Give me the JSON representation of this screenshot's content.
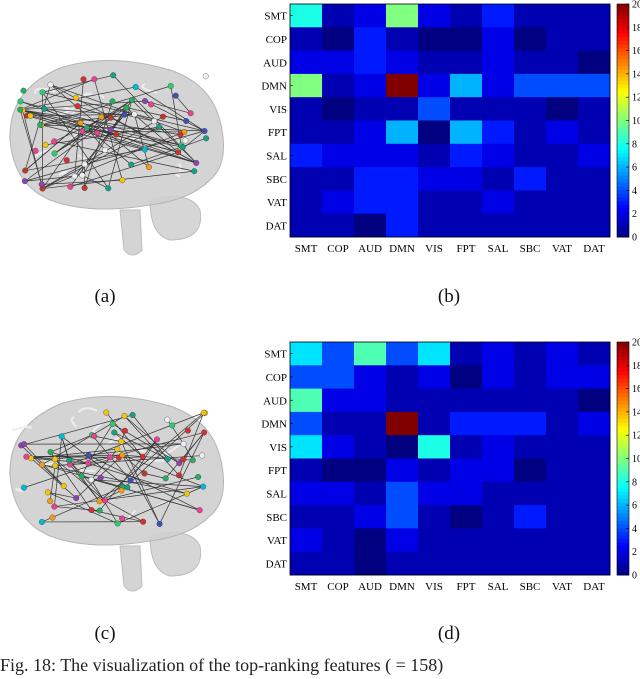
{
  "caption": "Fig. 18: The visualization of the top-ranking features ( = 158)",
  "labels": {
    "a": "(a)",
    "b": "(b)",
    "c": "(c)",
    "d": "(d)"
  },
  "colors": {
    "brain": "#c9c9c9",
    "edge": "#333333"
  },
  "chart_data": [
    {
      "type": "heatmap",
      "title": "",
      "row_labels": [
        "SMT",
        "COP",
        "AUD",
        "DMN",
        "VIS",
        "FPT",
        "SAL",
        "SBC",
        "VAT",
        "DAT"
      ],
      "col_labels": [
        "SMT",
        "COP",
        "AUD",
        "DMN",
        "VIS",
        "FPT",
        "SAL",
        "SBC",
        "VAT",
        "DAT"
      ],
      "colorbar": {
        "min": 0,
        "max": 20,
        "ticks": [
          0,
          2,
          4,
          6,
          8,
          10,
          12,
          14,
          16,
          18,
          20
        ],
        "colormap": "jet"
      },
      "values": [
        [
          8,
          1,
          2,
          10,
          2,
          1,
          3,
          1,
          1,
          1
        ],
        [
          1,
          0,
          3,
          1,
          0,
          0,
          2,
          0,
          1,
          1
        ],
        [
          2,
          2,
          3,
          2,
          1,
          1,
          2,
          1,
          1,
          0
        ],
        [
          10,
          1,
          2,
          20,
          2,
          6,
          2,
          4,
          4,
          4
        ],
        [
          1,
          0,
          1,
          1,
          4,
          1,
          1,
          1,
          0,
          1
        ],
        [
          1,
          1,
          2,
          6,
          0,
          6,
          3,
          1,
          2,
          1
        ],
        [
          3,
          2,
          2,
          2,
          1,
          3,
          2,
          1,
          1,
          2
        ],
        [
          1,
          1,
          3,
          3,
          2,
          2,
          1,
          3,
          1,
          1
        ],
        [
          1,
          2,
          3,
          3,
          1,
          1,
          2,
          1,
          1,
          1
        ],
        [
          1,
          1,
          0,
          3,
          1,
          1,
          1,
          1,
          1,
          1
        ]
      ]
    },
    {
      "type": "heatmap",
      "title": "",
      "row_labels": [
        "SMT",
        "COP",
        "AUD",
        "DMN",
        "VIS",
        "FPT",
        "SAL",
        "SBC",
        "VAT",
        "DAT"
      ],
      "col_labels": [
        "SMT",
        "COP",
        "AUD",
        "DMN",
        "VIS",
        "FPT",
        "SAL",
        "SBC",
        "VAT",
        "DAT"
      ],
      "colorbar": {
        "min": 0,
        "max": 20,
        "ticks": [
          0,
          2,
          4,
          6,
          8,
          10,
          12,
          14,
          16,
          18,
          20
        ],
        "colormap": "jet"
      },
      "values": [
        [
          7,
          4,
          9,
          4,
          7,
          1,
          2,
          1,
          2,
          1
        ],
        [
          4,
          4,
          2,
          1,
          2,
          0,
          2,
          1,
          2,
          2
        ],
        [
          9,
          2,
          2,
          1,
          1,
          1,
          1,
          1,
          1,
          0
        ],
        [
          4,
          1,
          1,
          20,
          1,
          3,
          3,
          3,
          1,
          2
        ],
        [
          7,
          2,
          1,
          0,
          8,
          1,
          2,
          1,
          1,
          1
        ],
        [
          1,
          0,
          0,
          2,
          1,
          2,
          2,
          0,
          1,
          1
        ],
        [
          2,
          2,
          1,
          4,
          2,
          2,
          1,
          1,
          1,
          1
        ],
        [
          1,
          1,
          2,
          4,
          1,
          0,
          1,
          3,
          1,
          1
        ],
        [
          2,
          1,
          0,
          2,
          1,
          1,
          1,
          1,
          1,
          1
        ],
        [
          1,
          1,
          0,
          1,
          1,
          1,
          1,
          1,
          1,
          1
        ]
      ]
    }
  ]
}
